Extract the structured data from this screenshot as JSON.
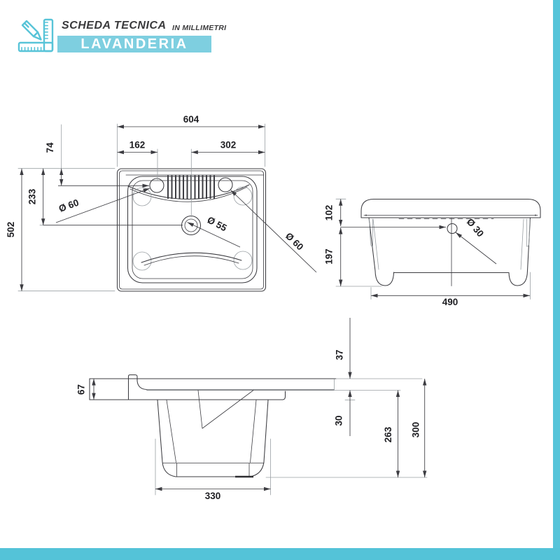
{
  "header": {
    "title": "SCHEDA TECNICA",
    "units": "IN MILLIMETRI",
    "product": "LAVANDERIA"
  },
  "colors": {
    "accent": "#57c4d9",
    "banner": "#7ecfe0",
    "line": "#3c3c41"
  },
  "top_view": {
    "dims": {
      "overall_width": "604",
      "tap_offset_x": "162",
      "center_to_edge": "302",
      "overall_depth": "502",
      "drain_offset_y": "233",
      "tap_offset_y": "74"
    },
    "labels": {
      "tap_hole_left": "Ø 60",
      "tap_hole_right": "Ø 60",
      "drain_hole": "Ø 55"
    }
  },
  "side_view": {
    "dims": {
      "rim_to_overflow": "102",
      "overflow_to_base": "197",
      "base_width": "490"
    },
    "labels": {
      "overflow_hole": "Ø 30"
    }
  },
  "profile_view": {
    "dims": {
      "rim_thickness": "67",
      "top_to_deck": "37",
      "deck_edge": "30",
      "deck_to_base": "263",
      "overall_height": "300",
      "base_width": "330"
    }
  }
}
